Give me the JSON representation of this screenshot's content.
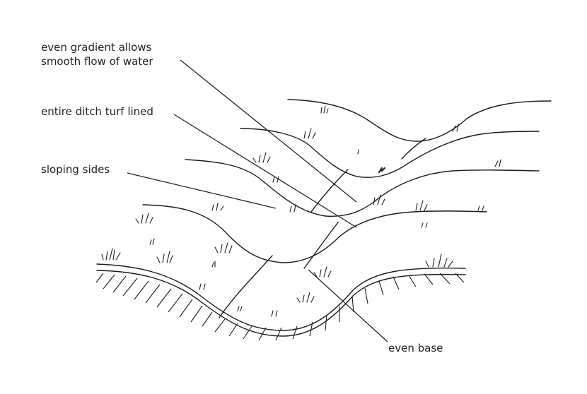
{
  "labels": {
    "even_gradient_line1": "even gradient allows",
    "even_gradient_line2": "smooth flow of water",
    "turf_lined": "entire ditch turf lined",
    "sloping_sides": "sloping sides",
    "even_base": "even base"
  },
  "colors": {
    "ink": "#1a1a1a",
    "background": "#ffffff"
  }
}
